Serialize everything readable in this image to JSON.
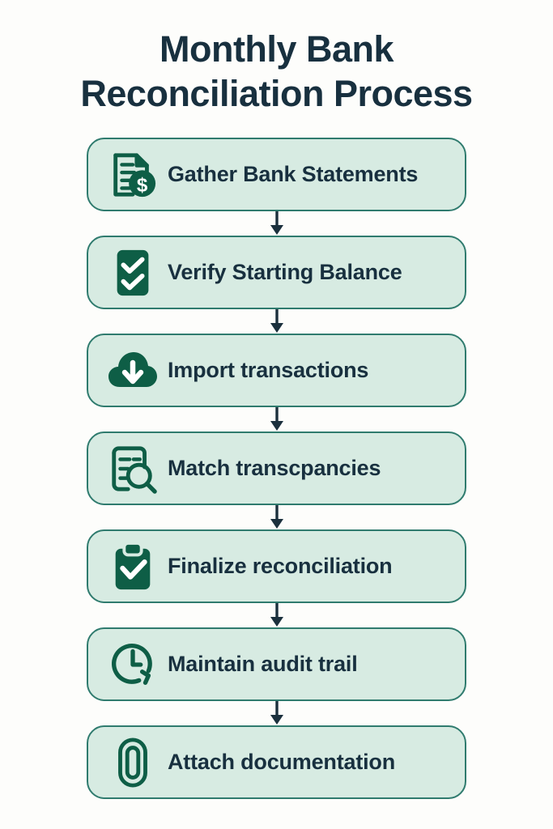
{
  "page": {
    "background_color": "#fdfdfb",
    "title_color": "#18303f",
    "card_fill_color": "#d7ebe2",
    "card_border_color": "#2f7b6e",
    "icon_color": "#0e5e46",
    "arrow_color": "#1b303d"
  },
  "title": {
    "line1": "Monthly Bank",
    "line2": "Reconciliation Process",
    "full": "Monthly Bank Reconciliation Process"
  },
  "flow": {
    "connector_icon": "arrow-down-icon",
    "steps": [
      {
        "index": 1,
        "label": "Gather Bank Statements",
        "icon": "document-dollar-icon"
      },
      {
        "index": 2,
        "label": "Verify Starting Balance",
        "icon": "checklist-double-check-icon"
      },
      {
        "index": 3,
        "label": "Import transactions",
        "icon": "cloud-download-icon"
      },
      {
        "index": 4,
        "label": "Match transcpancies",
        "icon": "document-search-icon"
      },
      {
        "index": 5,
        "label": "Finalize reconciliation",
        "icon": "clipboard-check-icon"
      },
      {
        "index": 6,
        "label": "Maintain audit trail",
        "icon": "clock-history-icon"
      },
      {
        "index": 7,
        "label": "Attach documentation",
        "icon": "paperclip-icon"
      }
    ]
  }
}
